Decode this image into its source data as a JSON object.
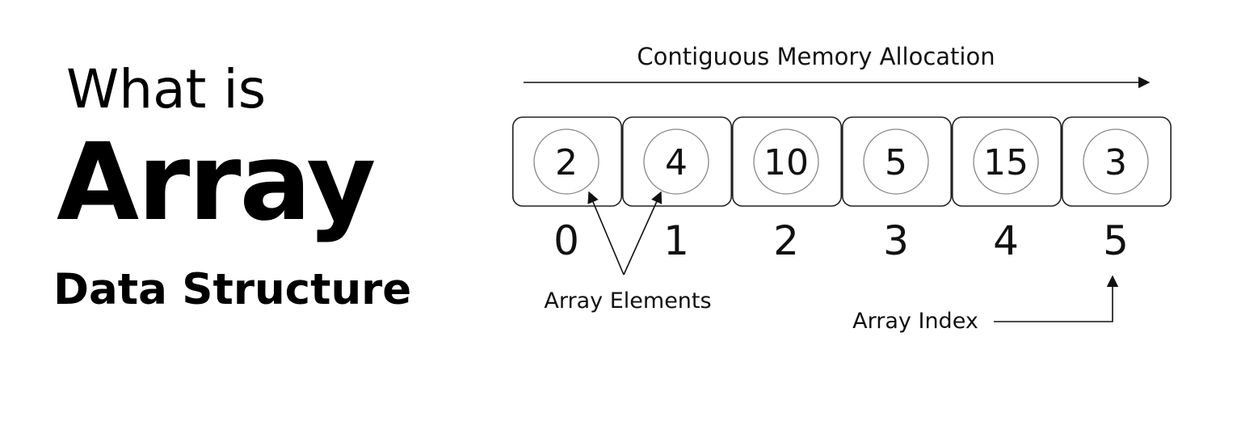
{
  "heading": {
    "line1": "What is",
    "line2": "Array",
    "line3": "Data Structure"
  },
  "diagram": {
    "memory_label": "Contiguous Memory Allocation",
    "elements_label": "Array Elements",
    "index_label": "Array Index",
    "cells": [
      {
        "value": "2",
        "index": "0"
      },
      {
        "value": "4",
        "index": "1"
      },
      {
        "value": "10",
        "index": "2"
      },
      {
        "value": "5",
        "index": "3"
      },
      {
        "value": "15",
        "index": "4"
      },
      {
        "value": "3",
        "index": "5"
      }
    ]
  },
  "colors": {
    "ink": "#111111",
    "circle": "#888888",
    "box": "#222222",
    "background": "#ffffff"
  }
}
